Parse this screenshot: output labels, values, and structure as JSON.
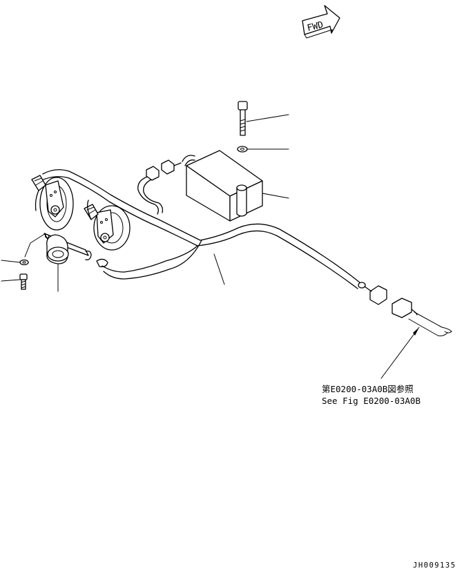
{
  "fwd_label": "FWD",
  "reference": {
    "jp": "第E0200-03A0B図参照",
    "en": "See Fig E0200-03A0B"
  },
  "drawing_id": "JH009135"
}
